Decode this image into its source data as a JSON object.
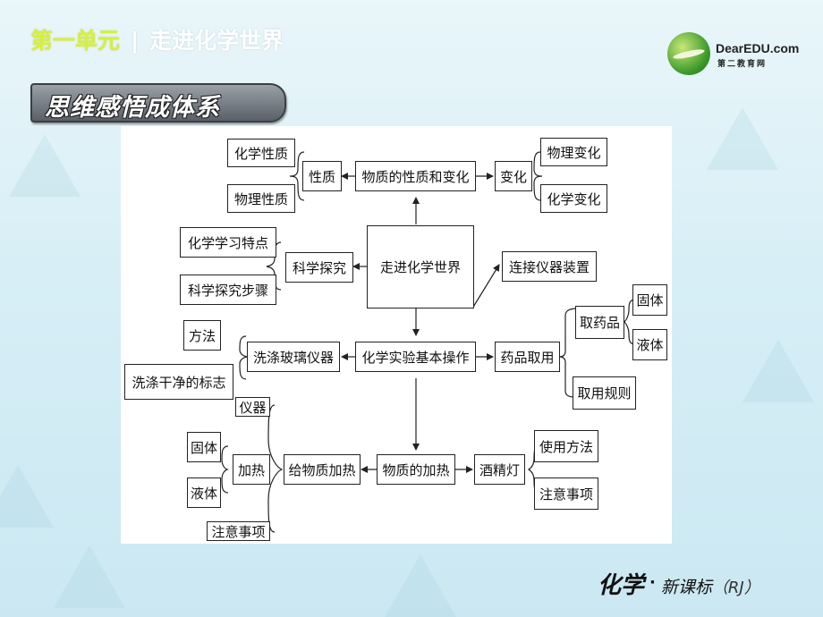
{
  "header": {
    "unit": "第一单元",
    "separator": "|",
    "topic": "走进化学世界"
  },
  "logo": {
    "brand": "DearEDU.com",
    "sub": "第二教育网"
  },
  "banner": {
    "label": "思维感悟成体系"
  },
  "diagram": {
    "center": "走进化学世界",
    "properties_changes": "物质的性质和变化",
    "property": "性质",
    "chemical_property": "化学性质",
    "physical_property": "物理性质",
    "change": "变化",
    "physical_change": "物理变化",
    "chemical_change": "化学变化",
    "inquiry": "科学探究",
    "learning_features": "化学学习特点",
    "inquiry_steps": "科学探究步骤",
    "connect": "连接仪器装置",
    "basic_ops": "化学实验基本操作",
    "wash": "洗涤玻璃仪器",
    "method": "方法",
    "clean_sign": "洗涤干净的标志",
    "reagent_use": "药品取用",
    "take": "取药品",
    "solid": "固体",
    "liquid": "液体",
    "rules": "取用规则",
    "heating_of": "物质的加热",
    "heat_substance": "给物质加热",
    "instrument": "仪器",
    "heat": "加热",
    "solid2": "固体",
    "liquid2": "液体",
    "notes": "注意事项",
    "lamp": "酒精灯",
    "usage": "使用方法",
    "lamp_notes": "注意事项"
  },
  "footer": {
    "subject": "化学",
    "dot": "·",
    "standard": "新课标",
    "edition": "（RJ）"
  }
}
